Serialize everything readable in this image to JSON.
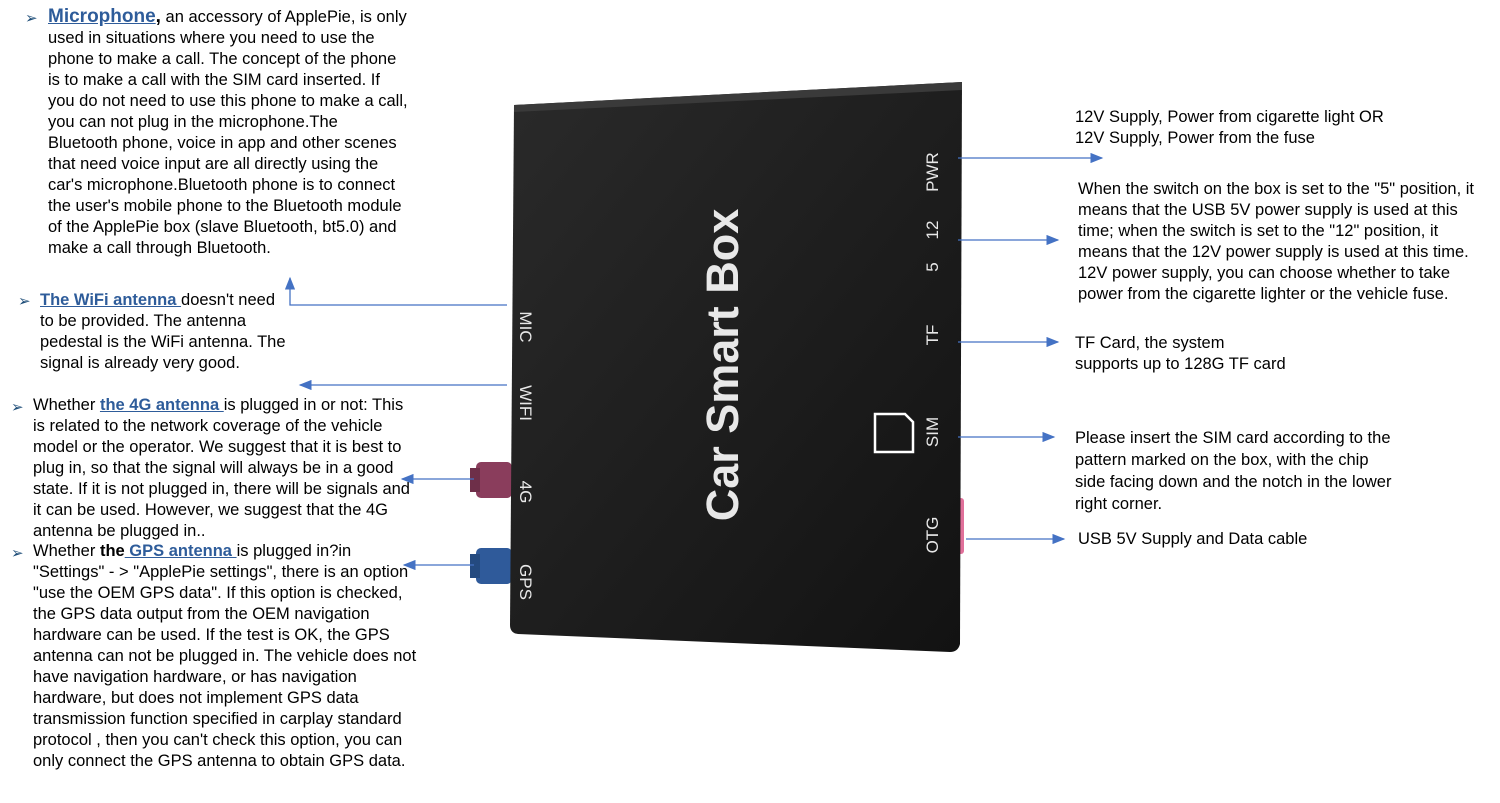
{
  "left": {
    "mic": {
      "title": "Microphone",
      "suffix": ",",
      "rest": " an accessory of ApplePie, is only used in situations where you need to use the phone to make a call. The concept of the phone is to make a call with the SIM card inserted. If you do not need to use this phone to make a call, you can not plug in the microphone.The Bluetooth phone, voice in app and other scenes that need voice input are all directly using the car's microphone.Bluetooth phone is to connect the user's mobile phone to the Bluetooth module of the ApplePie box (slave Bluetooth, bt5.0) and make a call through Bluetooth."
    },
    "wifi": {
      "link": "The WiFi antenna ",
      "rest": "doesn't need to be provided. The antenna pedestal is the WiFi antenna. The signal is already very good."
    },
    "lte": {
      "pre": "Whether ",
      "link": "the 4G antenna ",
      "rest": "is plugged in or not: This is related to the network coverage of the vehicle model or the operator. We suggest that it is best to plug in, so that the signal will always be in a good state. If it is not plugged in, there will be signals and it can be used. However, we suggest that the 4G antenna be plugged in.."
    },
    "gps": {
      "pre": "Whether ",
      "bold": "the",
      "link": " GPS antenna ",
      "rest": "is plugged in?in \"Settings\" - > \"ApplePie settings\", there is an option \"use the OEM GPS data\". If this option is checked, the GPS data output from the OEM navigation hardware can be used. If the test is OK, the GPS antenna can not be plugged in. The vehicle does not have navigation hardware, or has navigation hardware, but does not implement GPS data transmission function specified in carplay standard protocol , then you can't check this option, you can only connect the GPS antenna to obtain GPS data."
    }
  },
  "right": {
    "pwr_line1": "12V Supply, Power from cigarette light OR",
    "pwr_line2": "12V Supply, Power from the fuse",
    "switch_text": "When the switch on the box is set to the \"5\" position, it means that the USB 5V power supply is used at this time; when the switch is set to the \"12\" position, it means that the 12V power supply is used at this time. 12V power supply, you can choose whether to take power from the cigarette lighter or the vehicle fuse.",
    "tf_line1": "TF Card, the system",
    "tf_line2": "supports up to 128G TF card",
    "sim_text": "Please insert the SIM card according to the pattern marked on the box, with the chip side facing down and the notch in the lower right corner.",
    "otg_text": "USB 5V Supply and Data cable"
  },
  "device": {
    "title": "Car Smart Box",
    "ports_left": [
      "MIC",
      "WIFI",
      "4G",
      "GPS"
    ],
    "ports_right": [
      "PWR",
      "12",
      "5",
      "TF",
      "SIM",
      "OTG"
    ]
  },
  "colors": {
    "arrow": "#4472c4",
    "link": "#2e5c9a",
    "box": "#1c1c1c",
    "antenna_4g": "#8a3d5c",
    "antenna_gps": "#2f5a9a"
  }
}
